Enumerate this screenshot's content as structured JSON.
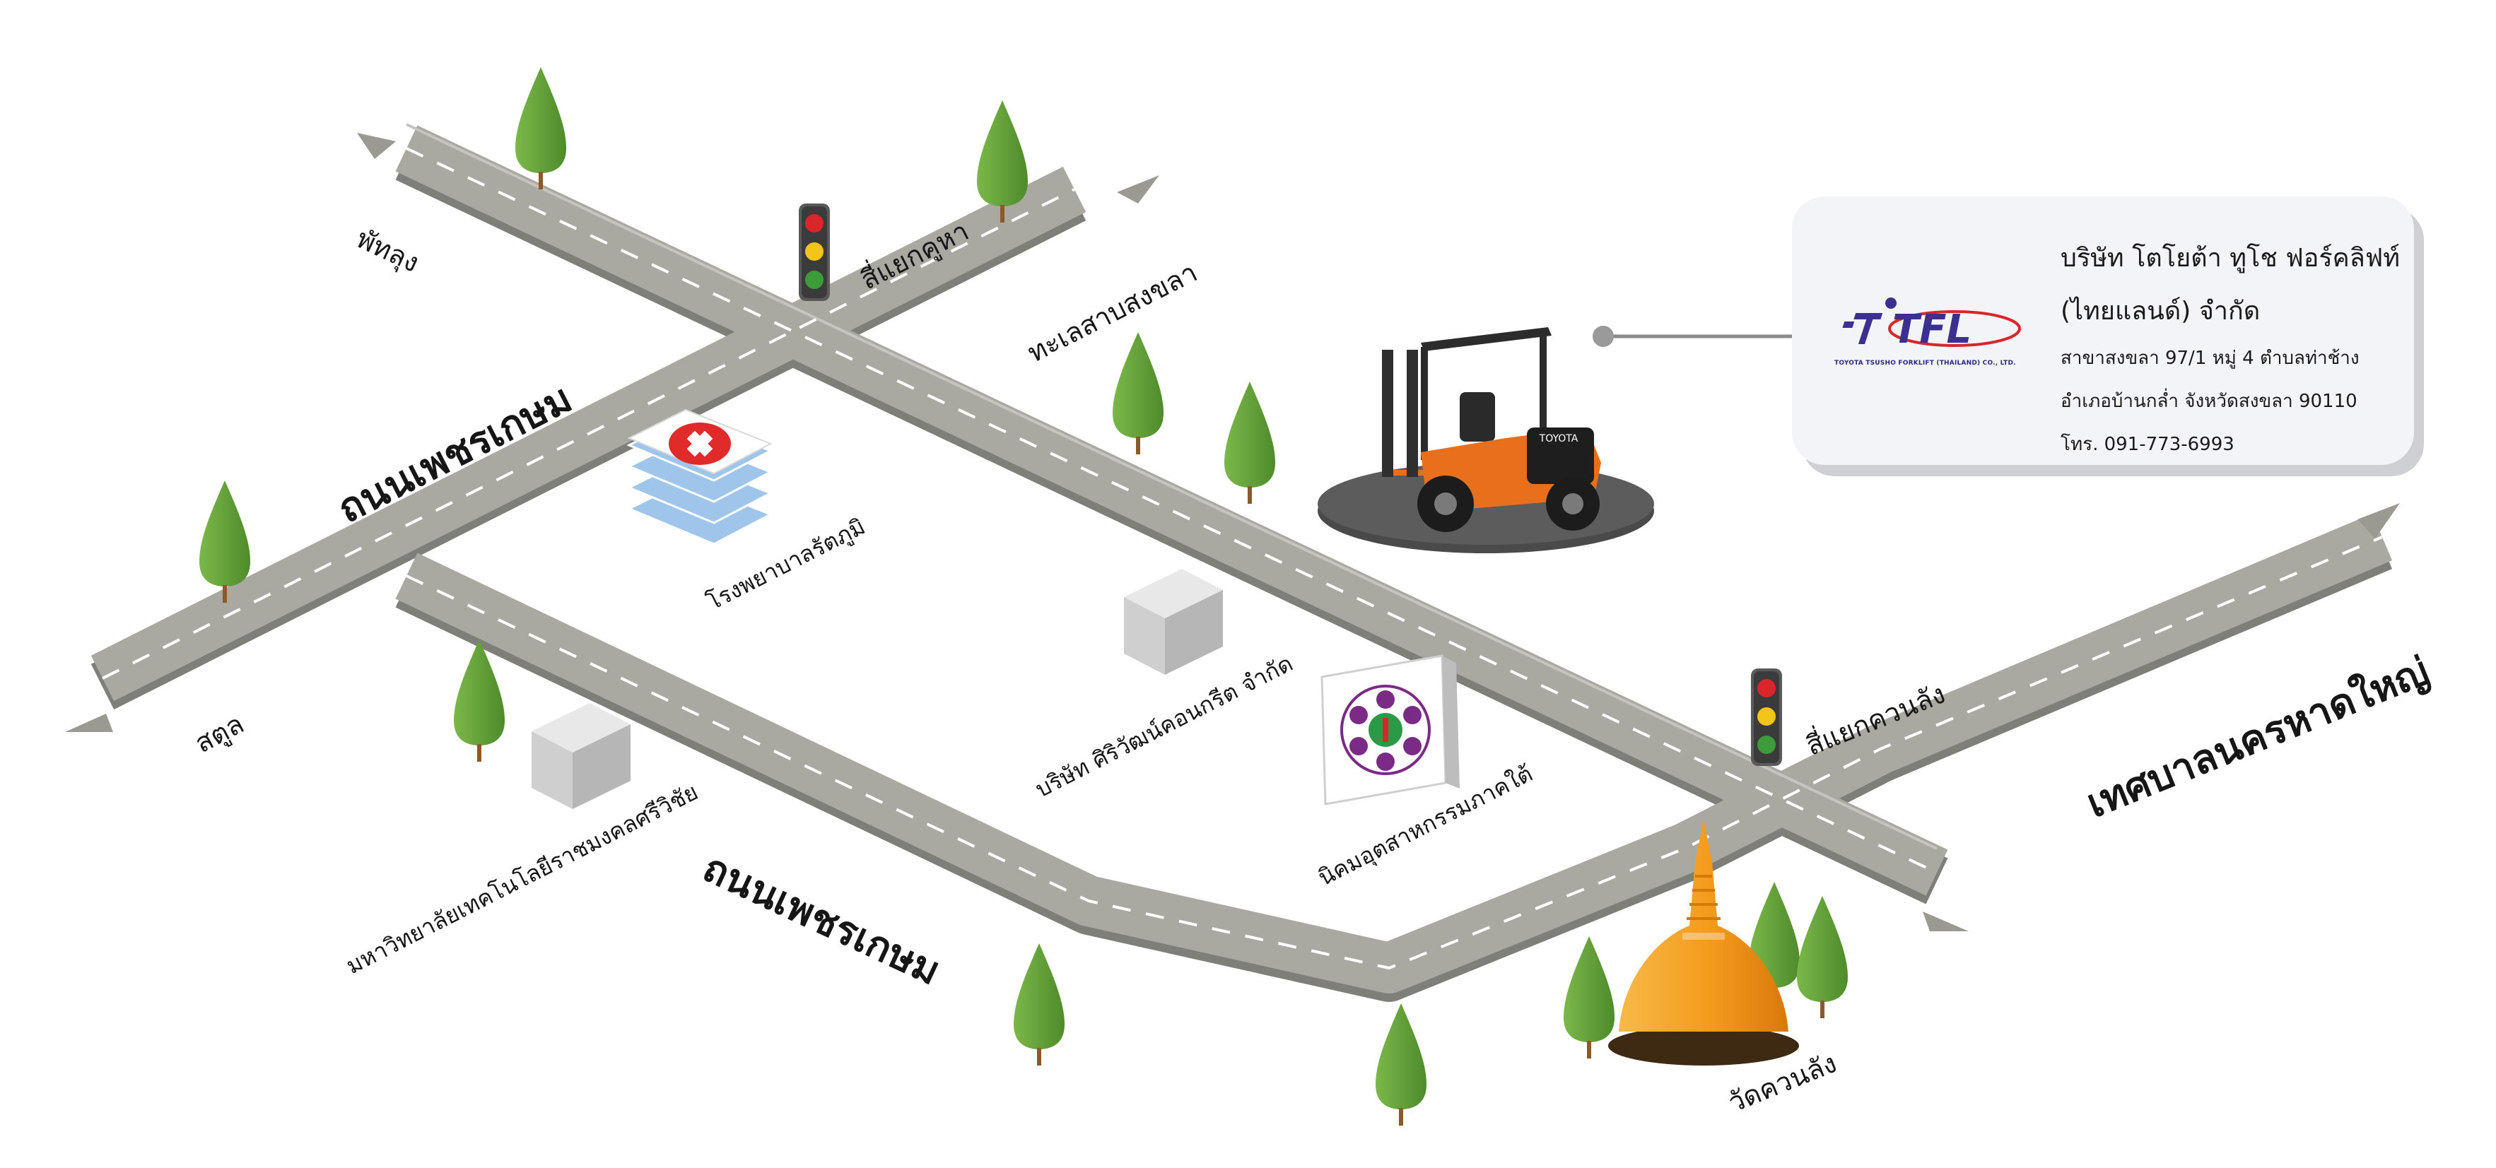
{
  "roads": {
    "phetkasem_north": "ถนนเพชรเกษม",
    "phetkasem_south": "ถนนเพชรเกษม",
    "hatyai": "เทศบาลนครหาดใหญ่"
  },
  "directions": {
    "phatthalung": "พัทลุง",
    "satun": "สตูล",
    "songkhla_lake": "ทะเลสาบสงขลา"
  },
  "intersections": {
    "khuha": "สี่แยกคูหา",
    "khuanlang": "สี่แยกควนลัง"
  },
  "landmarks": {
    "hospital": "โรงพยาบาลรัตภูมิ",
    "concrete": "บริษัท ศิริวัฒน์คอนกรีต จำกัด",
    "university": "มหาวิทยาลัยเทคโนโลยีราชมงคลศรีวิชัย",
    "industrial": "นิคมอุตสาหกรรมภาคใต้",
    "temple": "วัดควนลัง"
  },
  "company": {
    "logo_text": "TFL",
    "logo_subtitle": "TOYOTA TSUSHO FORKLIFT (THAILAND) CO., LTD.",
    "name_line1": "บริษัท โตโยต้า ทูโช ฟอร์คลิฟท์",
    "name_line2": "(ไทยแลนด์) จำกัด",
    "branch": "สาขาสงขลา  97/1 หมู่ 4  ตำบลท่าช้าง",
    "district": "อำเภอบ้านกล่ำ  จังหวัดสงขลา   90110",
    "phone": "โทร. 091-773-6993"
  },
  "colors": {
    "road": "#a9a9a2",
    "road_edge": "#7d7d77",
    "tree": "#5d9b35",
    "traffic_red": "#d8262a",
    "traffic_yellow": "#f3c419",
    "traffic_green": "#3e9b3a",
    "stupa": "#f5a623",
    "forklift": "#e8701c"
  }
}
